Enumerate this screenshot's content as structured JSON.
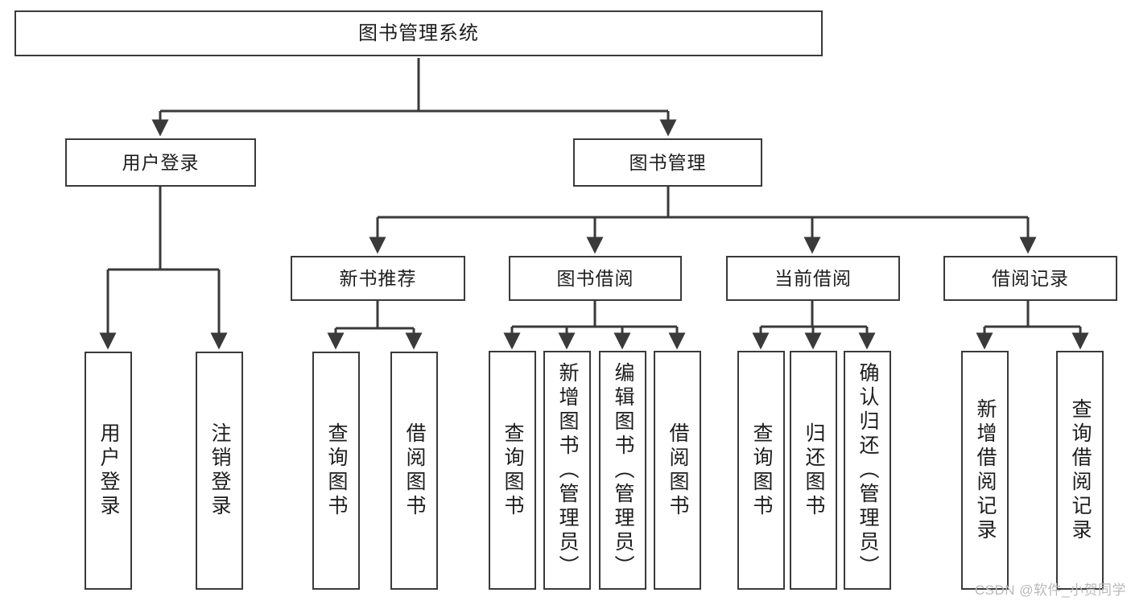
{
  "diagram": {
    "title": "图书管理系统",
    "watermark": "CSDN @软件_小贺同学",
    "colors": {
      "box_border": "#3a3a3a",
      "box_fill": "#ffffff",
      "connector": "#3a3a3a",
      "text": "#1d1d1d",
      "watermark": "#b9b9b9"
    },
    "root": {
      "label": "图书管理系统"
    },
    "level1": [
      {
        "label": "用户登录"
      },
      {
        "label": "图书管理"
      }
    ],
    "level2": [
      {
        "label": "新书推荐"
      },
      {
        "label": "图书借阅"
      },
      {
        "label": "当前借阅"
      },
      {
        "label": "借阅记录"
      }
    ],
    "leaves": {
      "user_login": [
        {
          "label": "用户登录"
        },
        {
          "label": "注销登录"
        }
      ],
      "new_book_recommend": [
        {
          "label": "查询图书"
        },
        {
          "label": "借阅图书"
        }
      ],
      "book_borrow": [
        {
          "label": "查询图书"
        },
        {
          "label": "新增图书（管理员）"
        },
        {
          "label": "编辑图书（管理员）"
        },
        {
          "label": "借阅图书"
        }
      ],
      "current_borrow": [
        {
          "label": "查询图书"
        },
        {
          "label": "归还图书"
        },
        {
          "label": "确认归还（管理员）"
        }
      ],
      "borrow_record": [
        {
          "label": "新增借阅记录"
        },
        {
          "label": "查询借阅记录"
        }
      ]
    }
  }
}
